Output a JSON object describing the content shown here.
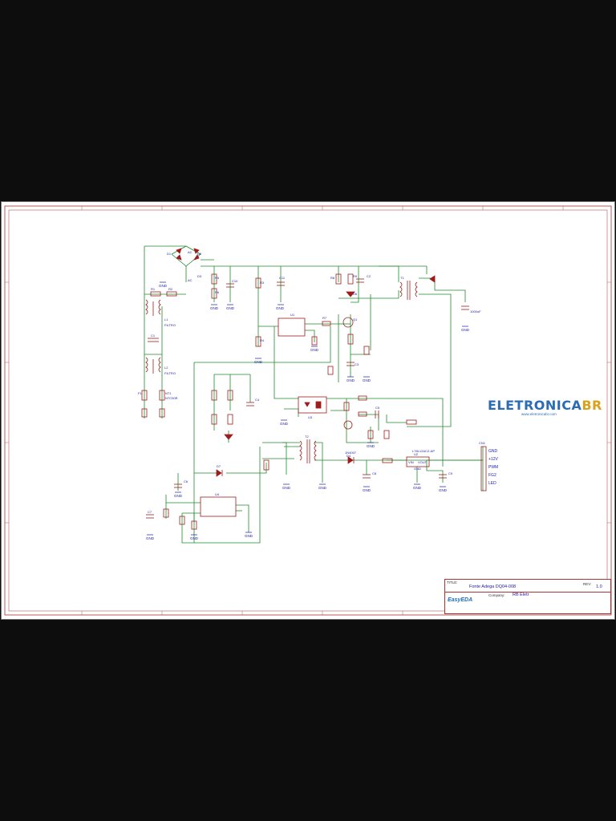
{
  "title_block": {
    "title_label": "TITLE:",
    "title_value": "Fonte Adega DQ04-008",
    "company_label": "Company:",
    "company_value": "RB Eletr",
    "rev_label": "REV:",
    "rev_value": "1.0",
    "tool_logo": "EasyEDA"
  },
  "watermark": {
    "text": "ELETRONICA",
    "suffix": "BR",
    "small": "www.eletronicabr.com"
  },
  "connector": {
    "ref": "CN1",
    "pins": [
      "GND",
      "+12V",
      "PWM",
      "FG2",
      "LED"
    ]
  },
  "components": [
    {
      "ref": "D1"
    },
    {
      "ref": "D2"
    },
    {
      "ref": "D3"
    },
    {
      "ref": "D4"
    },
    {
      "ref": "R1"
    },
    {
      "ref": "R2"
    },
    {
      "ref": "L1"
    },
    {
      "ref": "L2"
    },
    {
      "ref": "C1"
    },
    {
      "ref": "F1"
    },
    {
      "ref": "NT1"
    },
    {
      "ref": "C10"
    },
    {
      "ref": "C11"
    },
    {
      "ref": "R5"
    },
    {
      "ref": "R6"
    },
    {
      "ref": "U1"
    },
    {
      "ref": "T1"
    },
    {
      "ref": "Q1"
    },
    {
      "ref": "U3"
    },
    {
      "ref": "T2"
    },
    {
      "ref": "U4"
    },
    {
      "ref": "U2"
    },
    {
      "ref": "D6"
    },
    {
      "ref": "D7"
    },
    {
      "ref": "R3"
    },
    {
      "ref": "R4"
    },
    {
      "ref": "R7"
    },
    {
      "ref": "R8"
    },
    {
      "ref": "R9"
    },
    {
      "ref": "C2"
    },
    {
      "ref": "C3"
    },
    {
      "ref": "C4"
    },
    {
      "ref": "C5"
    },
    {
      "ref": "C6"
    },
    {
      "ref": "C7"
    },
    {
      "ref": "C8"
    },
    {
      "ref": "C9"
    }
  ],
  "part_values": {
    "bridge_ac": "AC",
    "l1": "FILTRO",
    "l2": "FILTRO",
    "nt1": "NTC50R",
    "d4": "1N4007",
    "u2_name": "L78L12ACZ-AP",
    "u2_pins": [
      "VIN",
      "VOUT",
      "GND"
    ],
    "c_out": "1000uF"
  },
  "gnd_label": "GND",
  "colors": {
    "wire": "#1f8a2b",
    "component": "#9e1c1c",
    "label": "#1a1aa6",
    "border": "#a33333"
  }
}
